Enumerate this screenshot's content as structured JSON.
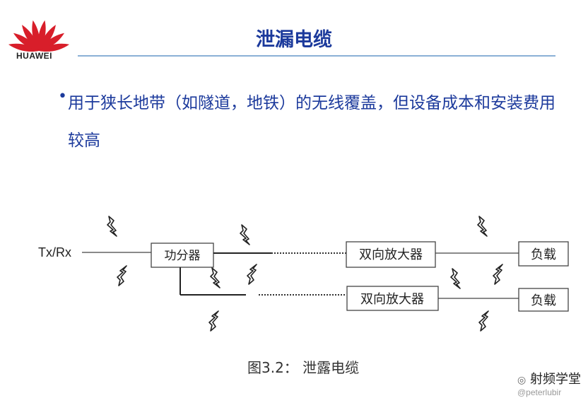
{
  "brand": {
    "logo_text": "HUAWEI",
    "logo_color": "#d81e2a"
  },
  "slide": {
    "title": "泄漏电缆",
    "bullet": "•",
    "text": "用于狭长地带（如隧道，地铁）的无线覆盖，但设备成本和安装费用较高"
  },
  "diagram": {
    "port_label": "Tx/Rx",
    "splitter_label": "功分器",
    "amplifier_label_1": "双向放大器",
    "amplifier_label_2": "双向放大器",
    "load_label_1": "负载",
    "load_label_2": "负载",
    "caption": "图3.2：  泄露电缆"
  },
  "watermark": {
    "account": "射频学堂",
    "handle": "@peterlubir"
  }
}
